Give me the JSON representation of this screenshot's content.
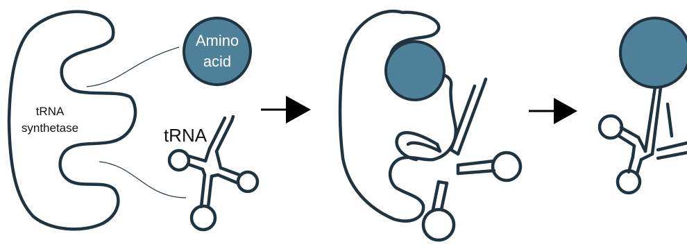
{
  "labels": {
    "synthetase_line1": "tRNA",
    "synthetase_line2": "synthetase",
    "trna": "tRNA",
    "amino_line1": "Amino",
    "amino_line2": "acid"
  },
  "colors": {
    "outline": "#1f3340",
    "amino_acid_fill": "#4e8199",
    "arrow": "#000000"
  },
  "steps": [
    "separate-components",
    "bound-complex",
    "charged-trna"
  ]
}
